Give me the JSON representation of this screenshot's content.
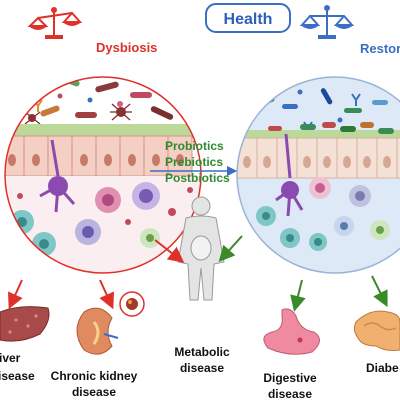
{
  "header": {
    "health_label": "Health"
  },
  "left_panel": {
    "title": "Dysbiosis"
  },
  "right_panel": {
    "title": "Restoration",
    "title_visible": "Restor"
  },
  "interventions": [
    "Probiotics",
    "Prebiotics",
    "Postbiotics"
  ],
  "diseases": {
    "liver": {
      "line1": "Liver",
      "line2": "disease",
      "visible1": "iver",
      "visible2": "isease"
    },
    "kidney": {
      "line1": "Chronic kidney",
      "line2": "disease"
    },
    "metabolic": {
      "line1": "Metabolic",
      "line2": "disease"
    },
    "digestive": {
      "line1": "Digestive",
      "line2": "disease"
    },
    "diabetes": {
      "line1": "Diabetes",
      "visible1": "Diabe"
    }
  },
  "colors": {
    "dysbiosis": "#e0302a",
    "restoration": "#3a6fc4",
    "intervention_text": "#2f8a2f",
    "arrow_green": "#3a8a2a",
    "arrow_red": "#e0302a",
    "health_box_border": "#3a6fc4"
  },
  "icons": [
    "balance-scale-icon",
    "balance-scale-icon",
    "liver-icon",
    "kidney-icon",
    "human-body-icon",
    "stomach-icon",
    "pancreas-icon"
  ]
}
